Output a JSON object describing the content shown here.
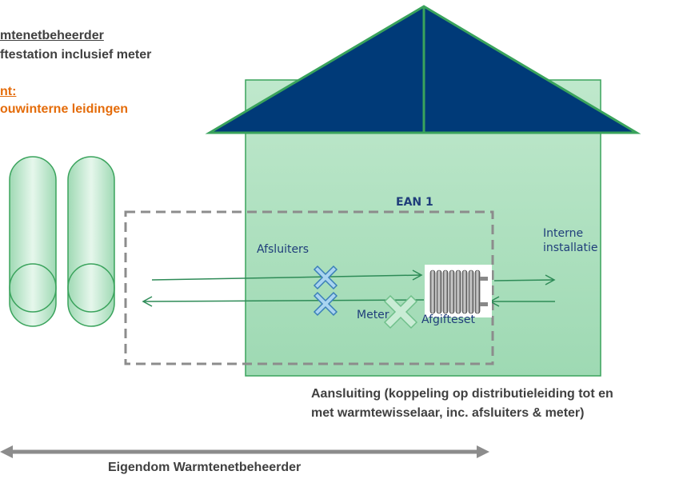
{
  "legend": {
    "owner_title": "mtenetbeheerder",
    "owner_desc": "ftestation inclusief meter",
    "client_title": "nt:",
    "client_desc": "ouwinterne leidingen"
  },
  "labels": {
    "ean": "EAN 1",
    "afsluiters": "Afsluiters",
    "interne_line1": "Interne",
    "interne_line2": "installatie",
    "meter": "Meter",
    "afgifteset": "Afgifteset"
  },
  "caption": {
    "line1": "Aansluiting (koppeling op distributieleiding tot en",
    "line2": "met warmtewisselaar, inc. afsluiters & meter)"
  },
  "ownership": "Eigendom Warmtenetbeheerder",
  "colors": {
    "roof": "#003a78",
    "house_fill": "#c9ecd5",
    "house_stroke": "#3aa35c",
    "arrow": "#2e8b57",
    "valve_fill": "#a9d4f0",
    "dashed_box": "#8c8c8c",
    "legend_owner": "#404040",
    "legend_client": "#e46c0a"
  }
}
